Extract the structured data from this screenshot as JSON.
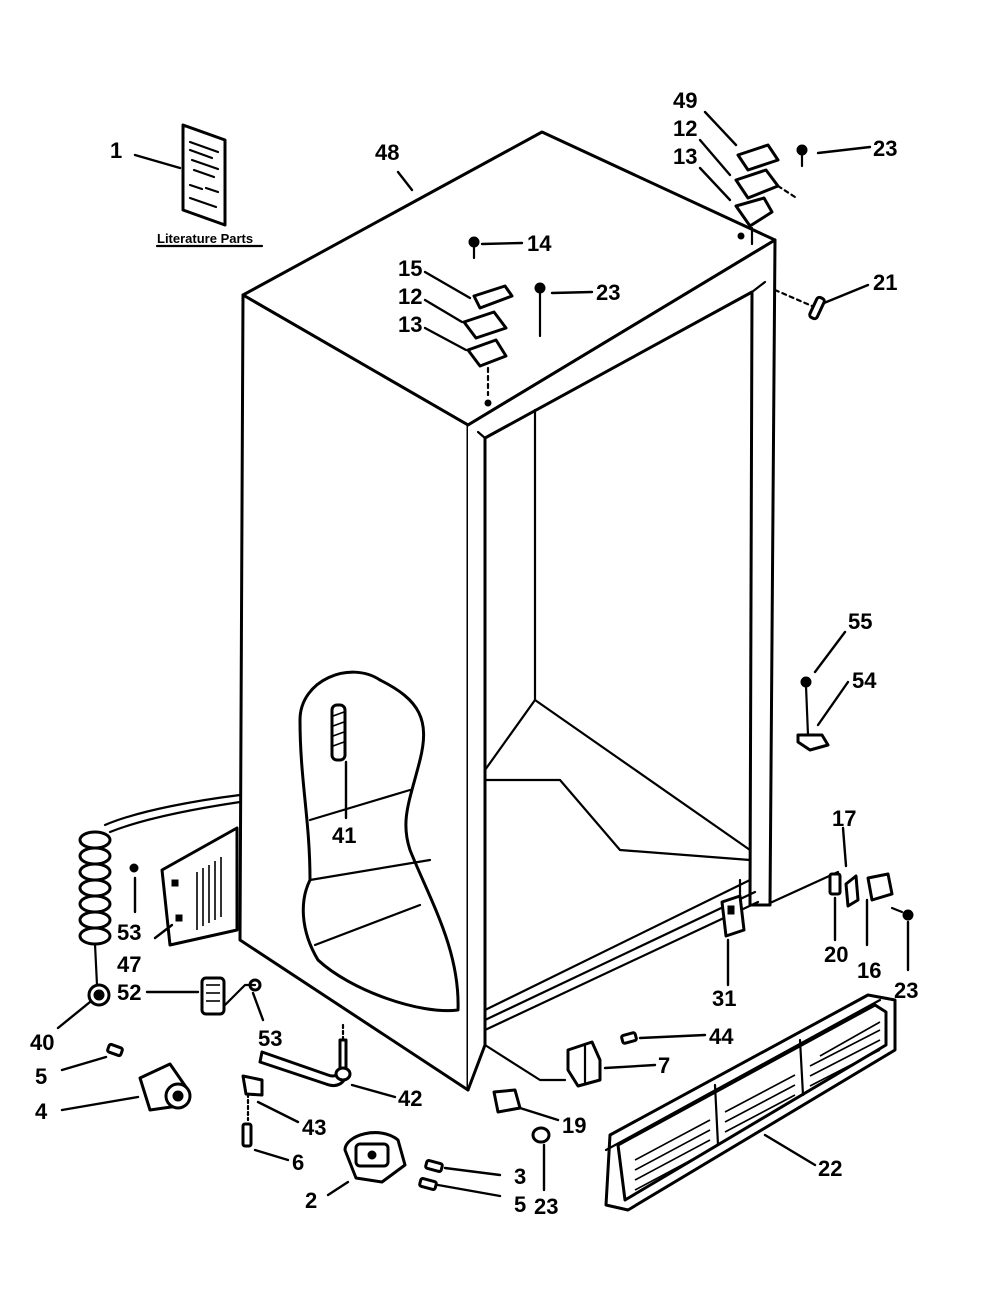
{
  "literature_caption": "Literature Parts",
  "callouts": {
    "c1": "1",
    "c48": "48",
    "c49": "49",
    "c12a": "12",
    "c13a": "13",
    "c23a": "23",
    "c14": "14",
    "c15": "15",
    "c23b": "23",
    "c12b": "12",
    "c13b": "13",
    "c21": "21",
    "c55": "55",
    "c54": "54",
    "c41": "41",
    "c17": "17",
    "c53a": "53",
    "c47": "47",
    "c20": "20",
    "c16": "16",
    "c23c": "23",
    "c52": "52",
    "c31": "31",
    "c40": "40",
    "c53b": "53",
    "c44": "44",
    "c5a": "5",
    "c7": "7",
    "c42": "42",
    "c4": "4",
    "c43": "43",
    "c19": "19",
    "c6": "6",
    "c3": "3",
    "c22": "22",
    "c2": "2",
    "c5b": "5",
    "c23d": "23"
  }
}
